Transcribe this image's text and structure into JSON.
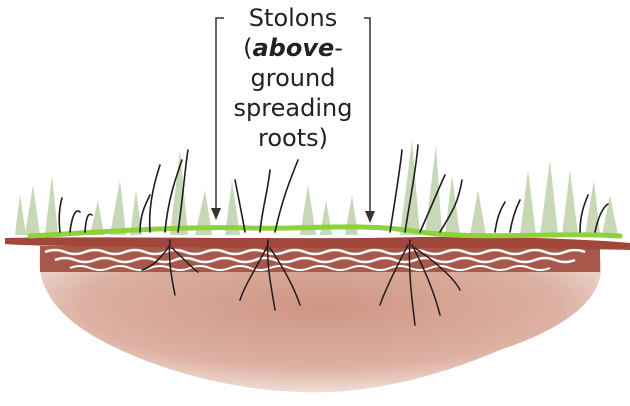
{
  "annotation": {
    "line1": "Stolons",
    "line2_open": "(",
    "line2_emph": "above",
    "line2_rest": "-",
    "line3": "ground",
    "line4": "spreading",
    "line5": "roots)"
  },
  "colors": {
    "soil_top": "#a0463a",
    "soil_body": "#d7a596",
    "grass_light": "#bfd0a8",
    "stolon_green": "#8fd13a",
    "ink": "#1e1e1e"
  }
}
